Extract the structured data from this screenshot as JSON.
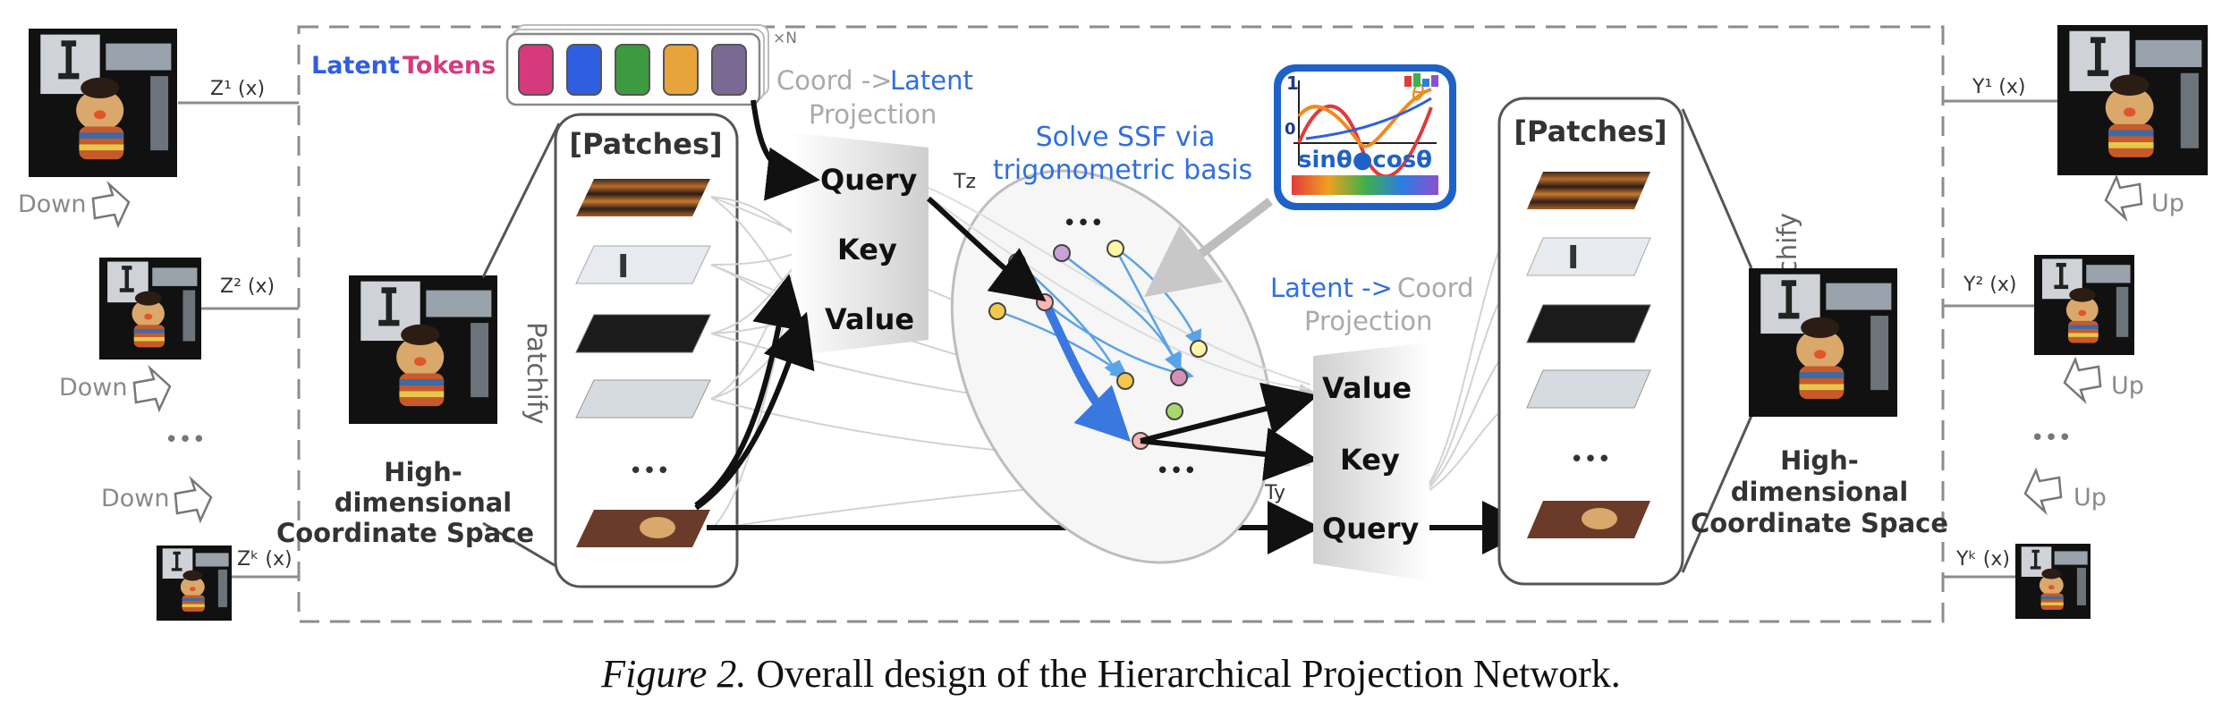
{
  "caption": {
    "figure_label": "Figure 2.",
    "text": "Overall design of the Hierarchical Projection Network."
  },
  "latent_tokens": {
    "label_part1": "Latent",
    "label_part2": "Tokens",
    "multiplier": "×N",
    "colors": [
      "#d63a7c",
      "#2f5fe0",
      "#3e9a3e",
      "#e8a33a",
      "#7a6a93"
    ]
  },
  "coord_to_latent": {
    "part1": "Coord ->",
    "part2": "Latent",
    "part3": "Projection"
  },
  "latent_to_coord": {
    "part1": "Latent ->",
    "part2": "Coord",
    "part3": "Projection"
  },
  "solve": {
    "line1": "Solve SSF via",
    "line2": "trigonometric basis"
  },
  "trig_icon": {
    "label": "sinθ●cosθ",
    "theta": "θ",
    "one": "1",
    "zero": "0"
  },
  "qkv_left": {
    "query": "Query",
    "key": "Key",
    "value": "Value"
  },
  "qkv_right": {
    "value": "Value",
    "key": "Key",
    "query": "Query"
  },
  "tz": "Tz",
  "ty": "Ty",
  "ellipses": {
    "dots": "•••"
  },
  "patches_left": {
    "title": "[Patches]",
    "dots": "•••"
  },
  "patches_right": {
    "title": "[Patches]",
    "dots": "•••"
  },
  "patchify": "Patchify",
  "depatchify": "De-Patchify",
  "coord_space_left": {
    "line1": "High-",
    "line2": "dimensional",
    "line3": "Coordinate Space"
  },
  "coord_space_right": {
    "line1": "High-",
    "line2": "dimensional",
    "line3": "Coordinate Space"
  },
  "left_pyramid": {
    "labels": [
      "Z¹ (x)",
      "Z² (x)",
      "Zᵏ (x)"
    ],
    "down": "Down",
    "dots": "•••"
  },
  "right_pyramid": {
    "labels": [
      "Y¹ (x)",
      "Y² (x)",
      "Yᵏ (x)"
    ],
    "up": "Up",
    "dots": "•••"
  }
}
